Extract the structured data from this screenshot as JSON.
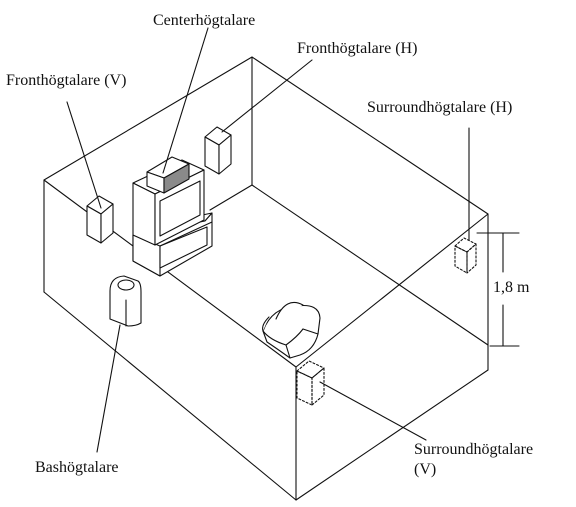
{
  "labels": {
    "center_speaker": "Centerhögtalare",
    "front_speaker_right": "Fronthögtalare (H)",
    "front_speaker_left": "Fronthögtalare (V)",
    "surround_speaker_right": "Surroundhögtalare (H)",
    "height_measure": "1,8 m",
    "subwoofer": "Bashögtalare",
    "surround_speaker_left_line1": "Surroundhögtalare",
    "surround_speaker_left_line2": "(V)"
  },
  "colors": {
    "line": "#111111",
    "center_speaker_front": "#8a8a8a",
    "background": "#ffffff"
  }
}
